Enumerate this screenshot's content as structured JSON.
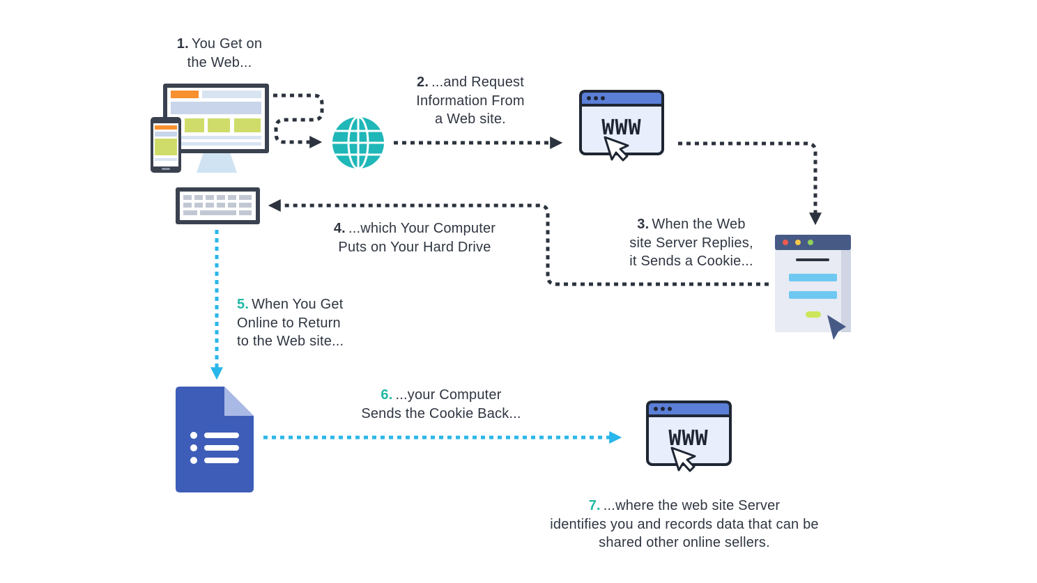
{
  "steps": [
    {
      "num": "1.",
      "lines": [
        "You Get on",
        "the Web..."
      ],
      "num_color": "dark"
    },
    {
      "num": "2.",
      "lines": [
        "...and Request",
        "Information From",
        "a Web site."
      ],
      "num_color": "dark"
    },
    {
      "num": "3.",
      "lines": [
        "When the Web",
        "site Server Replies,",
        "it Sends a Cookie..."
      ],
      "num_color": "dark"
    },
    {
      "num": "4.",
      "lines": [
        "...which Your Computer",
        "Puts on Your Hard Drive"
      ],
      "num_color": "dark"
    },
    {
      "num": "5.",
      "lines": [
        "When You Get",
        "Online to Return",
        "to the Web site..."
      ],
      "num_color": "teal"
    },
    {
      "num": "6.",
      "lines": [
        "...your Computer",
        "Sends the Cookie Back..."
      ],
      "num_color": "teal"
    },
    {
      "num": "7.",
      "lines": [
        "...where the web site Server",
        "identifies you and records data that can be",
        "shared other online sellers."
      ],
      "num_color": "teal"
    }
  ],
  "browser_text": "WWW",
  "colors": {
    "dark_line": "#2c333e",
    "blue_line": "#29b6ea",
    "teal_number": "#22b8a4",
    "doc_blue": "#3d5db8",
    "globe_teal": "#1fb7b8",
    "window_blue": "#5b7fd6"
  },
  "icons": {
    "devices": "computer-and-phone-icon",
    "globe": "globe-icon",
    "browser_top": "www-browser-icon",
    "server": "server-window-icon",
    "keyboard": "keyboard-icon",
    "cookie_file": "document-file-icon",
    "browser_bottom": "www-browser-icon"
  }
}
